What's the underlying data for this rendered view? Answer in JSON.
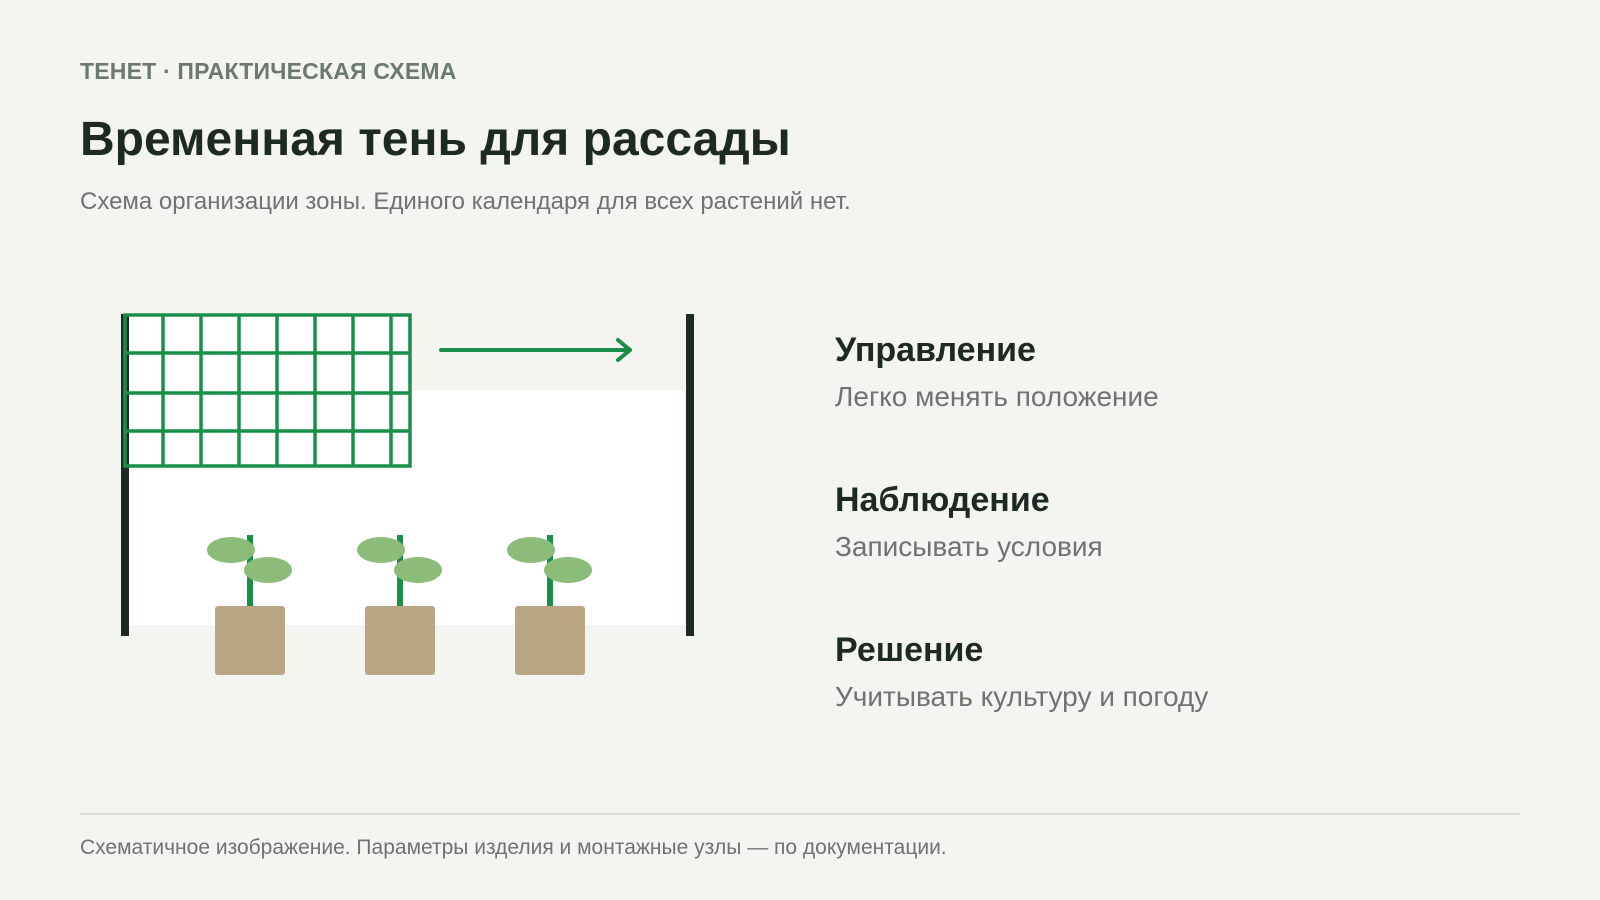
{
  "header": {
    "eyebrow": "ТЕНЕТ · ПРАКТИЧЕСКАЯ СХЕМА",
    "title": "Временная тень для рассады",
    "subtitle": "Схема организации зоны. Единого календаря для всех растений нет."
  },
  "legend": [
    {
      "heading": "Управление",
      "text": "Легко менять положение"
    },
    {
      "heading": "Наблюдение",
      "text": "Записывать условия"
    },
    {
      "heading": "Решение",
      "text": "Учитывать культуру и погоду"
    }
  ],
  "footer": {
    "note": "Схематичное изображение. Параметры изделия и монтажные узлы — по документации."
  },
  "colors": {
    "background": "#f4f4f0",
    "net_green": "#1a8f4a",
    "post_dark": "#1d2a22",
    "leaf_green": "#8cbc7a",
    "pot_tan": "#b8a684",
    "shade_area": "#ffffff"
  },
  "diagram": {
    "plants": 3,
    "arrow_direction": "right"
  }
}
